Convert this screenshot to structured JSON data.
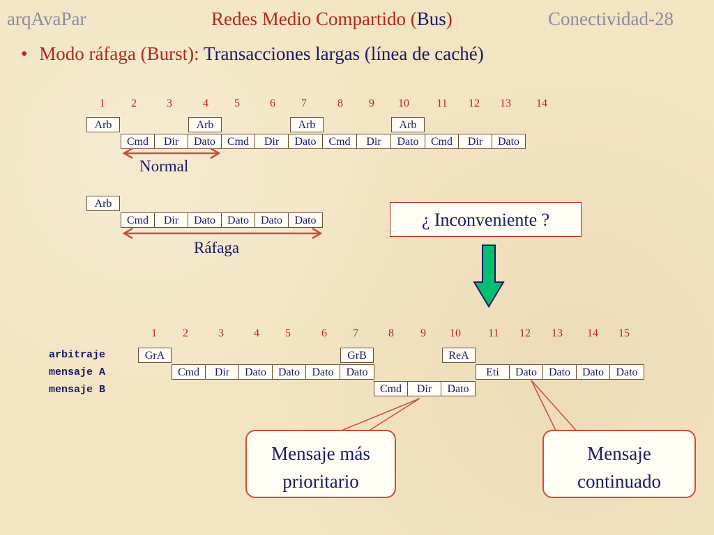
{
  "header": {
    "left": "arqAvaPar",
    "center_a": "Redes Medio Compartido (",
    "center_b": "Bus",
    "center_c": ")",
    "right": "Conectividad-28"
  },
  "bullet": {
    "mark": "•",
    "red": "Modo ráfaga (Burst): ",
    "navy": "Transacciones largas (línea de caché)"
  },
  "numbers_top": [
    "1",
    "2",
    "3",
    "4",
    "5",
    "6",
    "7",
    "8",
    "9",
    "10",
    "11",
    "12",
    "13",
    "14"
  ],
  "normal": {
    "arb": [
      "Arb",
      "Arb",
      "Arb",
      "Arb"
    ],
    "bus": [
      "Cmd",
      "Dir",
      "Dato",
      "Cmd",
      "Dir",
      "Dato",
      "Cmd",
      "Dir",
      "Dato",
      "Cmd",
      "Dir",
      "Dato"
    ],
    "label": "Normal"
  },
  "burst": {
    "arb": "Arb",
    "bus": [
      "Cmd",
      "Dir",
      "Dato",
      "Dato",
      "Dato",
      "Dato"
    ],
    "label": "Ráfaga"
  },
  "question": "¿ Inconveniente ?",
  "numbers_bottom": [
    "1",
    "2",
    "3",
    "4",
    "5",
    "6",
    "7",
    "8",
    "9",
    "10",
    "11",
    "12",
    "13",
    "14",
    "15"
  ],
  "bottom": {
    "row_labels": [
      "arbitraje",
      "mensaje A",
      "mensaje B"
    ],
    "arb": [
      "GrA",
      "GrB",
      "ReA"
    ],
    "msgA_first": [
      "Cmd",
      "Dir",
      "Dato",
      "Dato",
      "Dato",
      "Dato"
    ],
    "msgA_second": [
      "Eti",
      "Dato",
      "Dato",
      "Dato",
      "Dato"
    ],
    "msgB": [
      "Cmd",
      "Dir",
      "Dato"
    ]
  },
  "callout_left": {
    "line1": "Mensaje más",
    "line2": "prioritario"
  },
  "callout_right": {
    "line1": "Mensaje",
    "line2": "continuado"
  },
  "colors": {
    "red": "#b2281c",
    "navy": "#1a1a66",
    "gray": "#8c8c9c",
    "arrow_green": "#00c070",
    "arrow_outline": "#1a1a66"
  }
}
